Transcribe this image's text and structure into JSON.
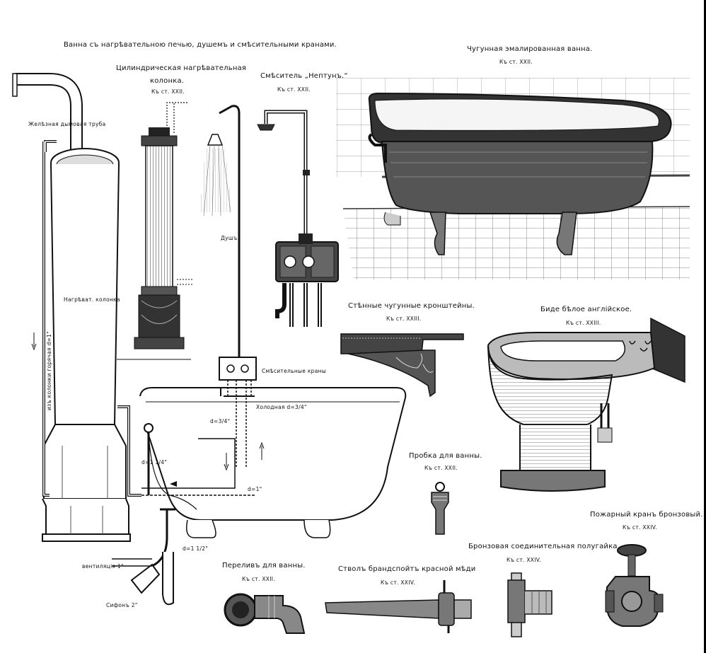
{
  "labels": {
    "main_title": "Ванна съ нагрѣвательною печью, душемъ и смѣсительными кранами.",
    "column_title_1": "Цилиндрическая нагрѣвательная",
    "column_title_2": "колонка.",
    "column_ref": "Къ ст. XXII.",
    "mixer_title": "Смѣситель „Нептунъ.“",
    "mixer_ref": "Къ ст. XXII.",
    "tub_title": "Чугунная эмалированная ванна.",
    "tub_ref": "Къ ст. XXII.",
    "iron_pipe": "Желѣзная дымовая труба",
    "heat_column": "Нагрѣват. колонка",
    "hot_pipe": "изъ колонки горячая d=1\"",
    "shower": "Душъ.",
    "mixing_taps": "Смѣсительные краны",
    "cold": "Холодная d=3/4\"",
    "d34": "d=3/4\"",
    "d114": "d=1 1/4\"",
    "d1": "d=1\"",
    "d112": "d=1 1/2\"",
    "ventilation": "вентиляція 1\"",
    "siphon": "Сифонъ 2\"",
    "brackets_title": "Стѣнные чугунные кронштейны.",
    "brackets_ref": "Къ ст. XXIII.",
    "bidet_title": "Биде бѣлое англійское.",
    "bidet_ref": "Къ ст. XXIII.",
    "plug_title": "Пробка для ванны.",
    "plug_ref": "Къ ст. XXII.",
    "overflow_title": "Переливъ для ванны.",
    "overflow_ref": "Къ ст. XXII.",
    "nozzle_title": "Стволъ брандспойтъ красной мѣди",
    "nozzle_ref": "Къ ст. XXIV.",
    "coupling_title": "Бронзовая соединительная полугайка",
    "coupling_ref": "Къ ст. XXIV.",
    "hydrant_title": "Пожарный кранъ бронзовый.",
    "hydrant_ref": "Къ ст. XXIV."
  },
  "colors": {
    "ink": "#111111",
    "paper": "#ffffff",
    "shade": "#4a4a4a",
    "dark": "#222222"
  }
}
